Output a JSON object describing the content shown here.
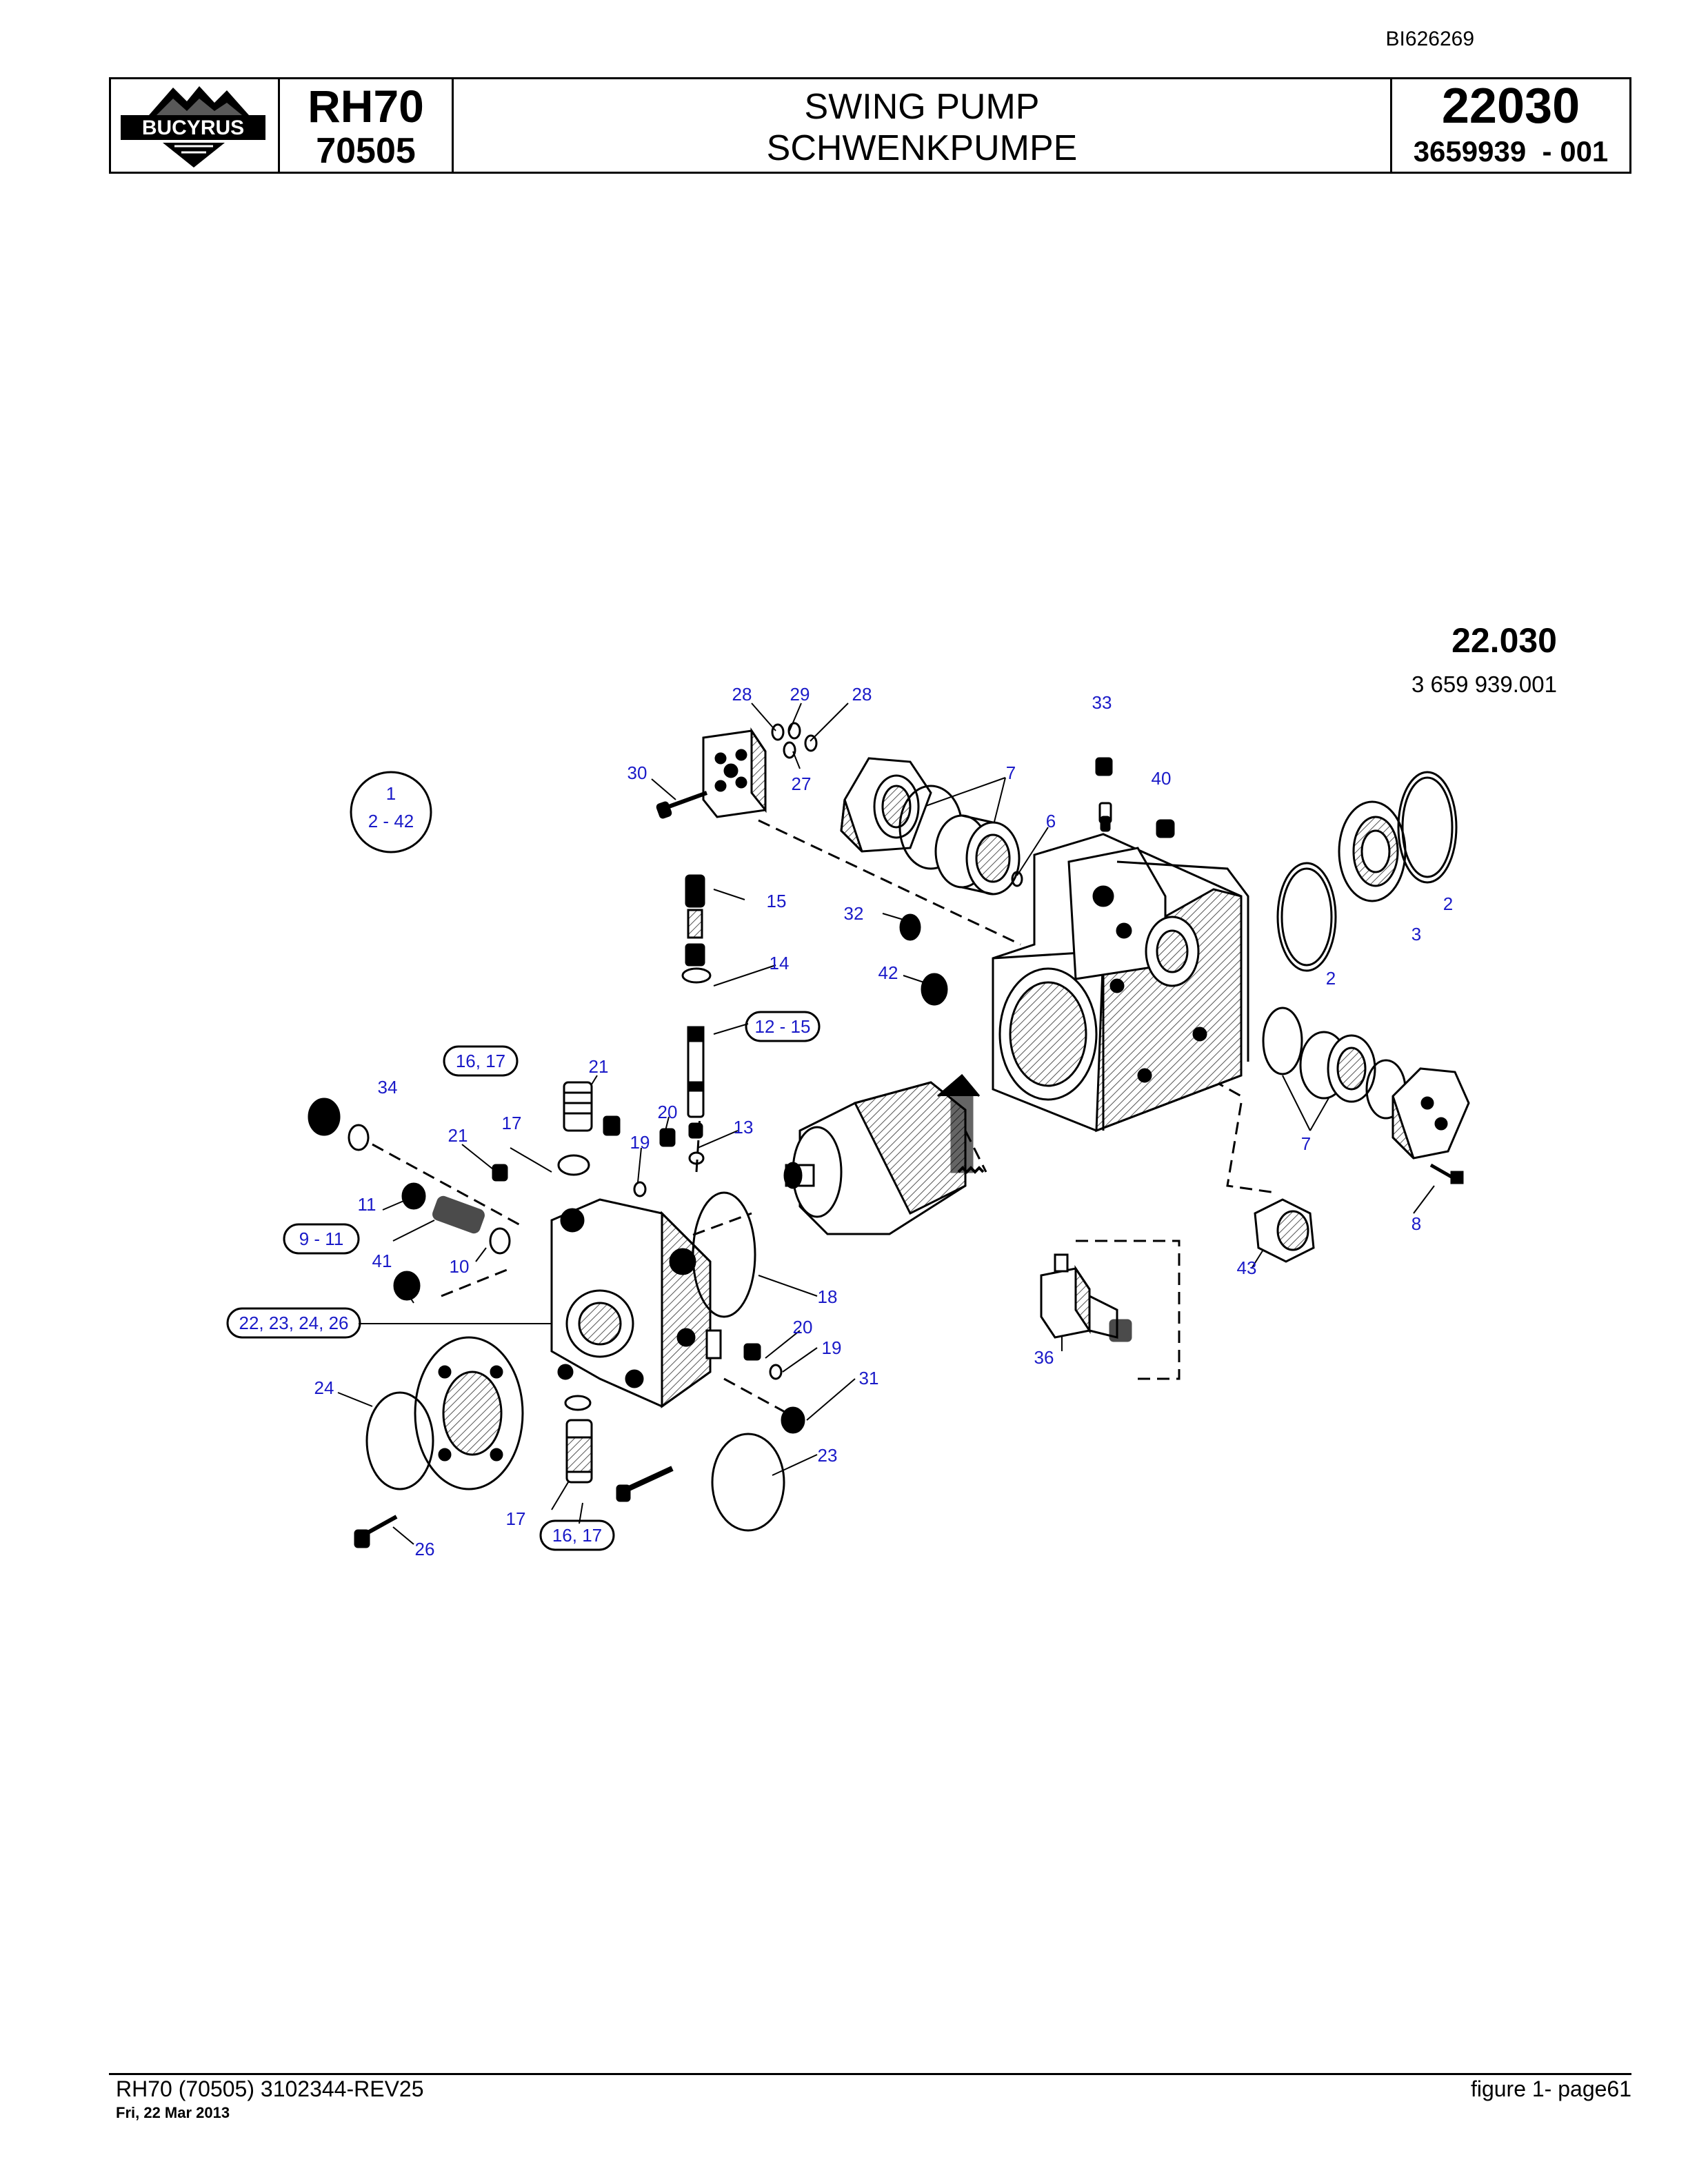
{
  "document_id": "BI626269",
  "header": {
    "logo_text": "BUCYRUS",
    "model": "RH70",
    "variant": "70505",
    "title_en": "SWING PUMP",
    "title_de": "SCHWENKPUMPE",
    "group_number": "22030",
    "part_number": "3659939  - 001"
  },
  "figure": {
    "group_number": "22.030",
    "part_number": "3 659 939.001",
    "assembly_callout": {
      "top": "1",
      "bottom": "2  -  42"
    },
    "callouts": {
      "c28a": "28",
      "c29": "29",
      "c28b": "28",
      "c27": "27",
      "c30": "30",
      "c33": "33",
      "c7a": "7",
      "c40": "40",
      "c6": "6",
      "c2a": "2",
      "c3": "3",
      "c2b": "2",
      "c15": "15",
      "c32": "32",
      "c14": "14",
      "c42": "42",
      "c12_15": "12  -  15",
      "c16_17a": "16,  17",
      "c21a": "21",
      "c34": "34",
      "c20a": "20",
      "c17a": "17",
      "c21b": "21",
      "c19a": "19",
      "c13": "13",
      "c7b": "7",
      "c8": "8",
      "c11": "11",
      "c9_11": "9  -  11",
      "c41": "41",
      "c10": "10",
      "c18": "18",
      "c43": "43",
      "c22_26": "22, 23, 24,  26",
      "c20b": "20",
      "c19b": "19",
      "c36": "36",
      "c24": "24",
      "c31": "31",
      "c23": "23",
      "c17b": "17",
      "c16_17b": "16,  17",
      "c26": "26"
    }
  },
  "footer": {
    "left": "RH70 (70505) 3102344-REV25",
    "date": "Fri, 22 Mar 2013",
    "right": "figure  1- page61"
  }
}
